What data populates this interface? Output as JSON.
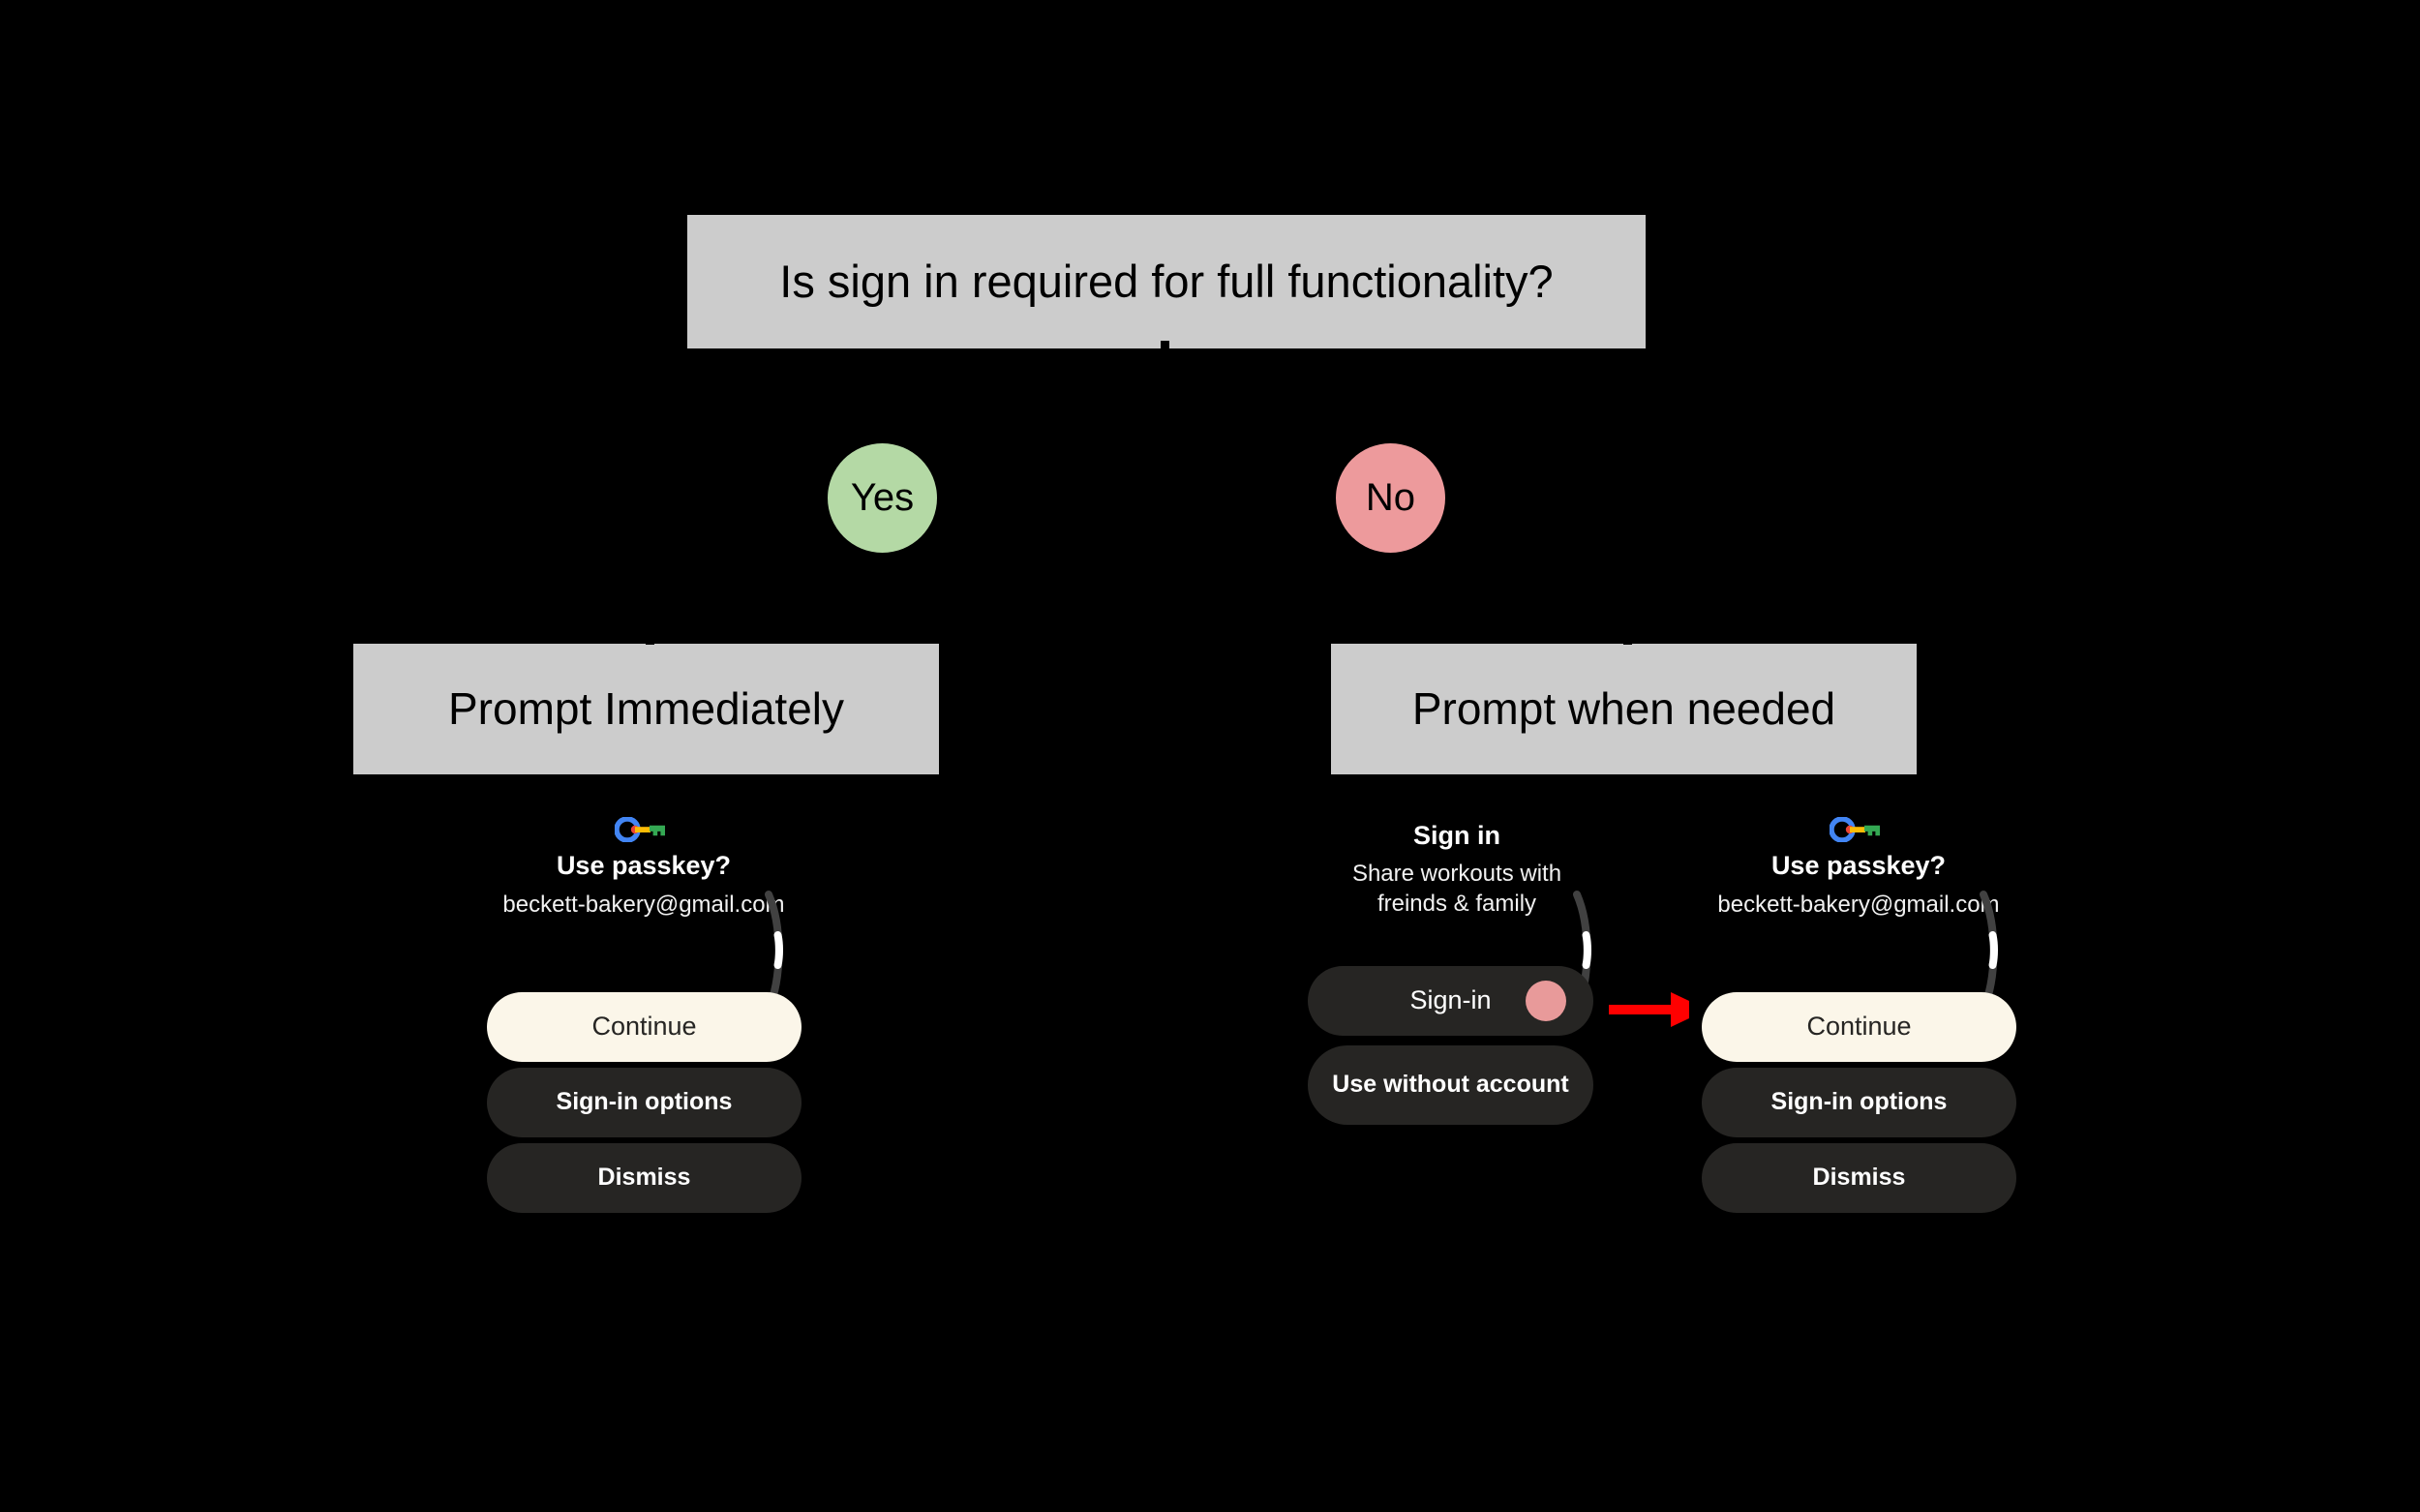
{
  "flowchart": {
    "question": "Is sign in required for full functionality?",
    "branches": [
      {
        "label": "Yes",
        "color": "#b4d9a5"
      },
      {
        "label": "No",
        "color": "#ed9a9c"
      }
    ],
    "outcomes": [
      {
        "label": "Prompt Immediately"
      },
      {
        "label": "Prompt when needed"
      }
    ]
  },
  "mocks": {
    "left_passkey": {
      "icon": "google-passkey-icon",
      "title": "Use passkey?",
      "subtitle": "beckett-bakery@gmail.com",
      "buttons": [
        {
          "label": "Continue",
          "style": "primary"
        },
        {
          "label": "Sign-in options",
          "style": "dark"
        },
        {
          "label": "Dismiss",
          "style": "dark"
        }
      ]
    },
    "middle_signin": {
      "title": "Sign in",
      "subtitle": "Share workouts with freinds & family",
      "buttons": [
        {
          "label": "Sign-in",
          "style": "signin",
          "dot_color": "#e89a9a"
        },
        {
          "label": "Use without account",
          "style": "dark"
        }
      ]
    },
    "right_passkey": {
      "icon": "google-passkey-icon",
      "title": "Use passkey?",
      "subtitle": "beckett-bakery@gmail.com",
      "buttons": [
        {
          "label": "Continue",
          "style": "primary"
        },
        {
          "label": "Sign-in options",
          "style": "dark"
        },
        {
          "label": "Dismiss",
          "style": "dark"
        }
      ]
    }
  },
  "annotation": {
    "arrow_color": "#ff0000",
    "direction": "right"
  },
  "colors": {
    "background": "#000000",
    "box_fill": "#cccccc",
    "box_text": "#000000",
    "primary_button": "#fbf6e9",
    "dark_button": "#262523",
    "yes": "#b4d9a5",
    "no": "#ed9a9c",
    "accent_red": "#ff0000"
  }
}
